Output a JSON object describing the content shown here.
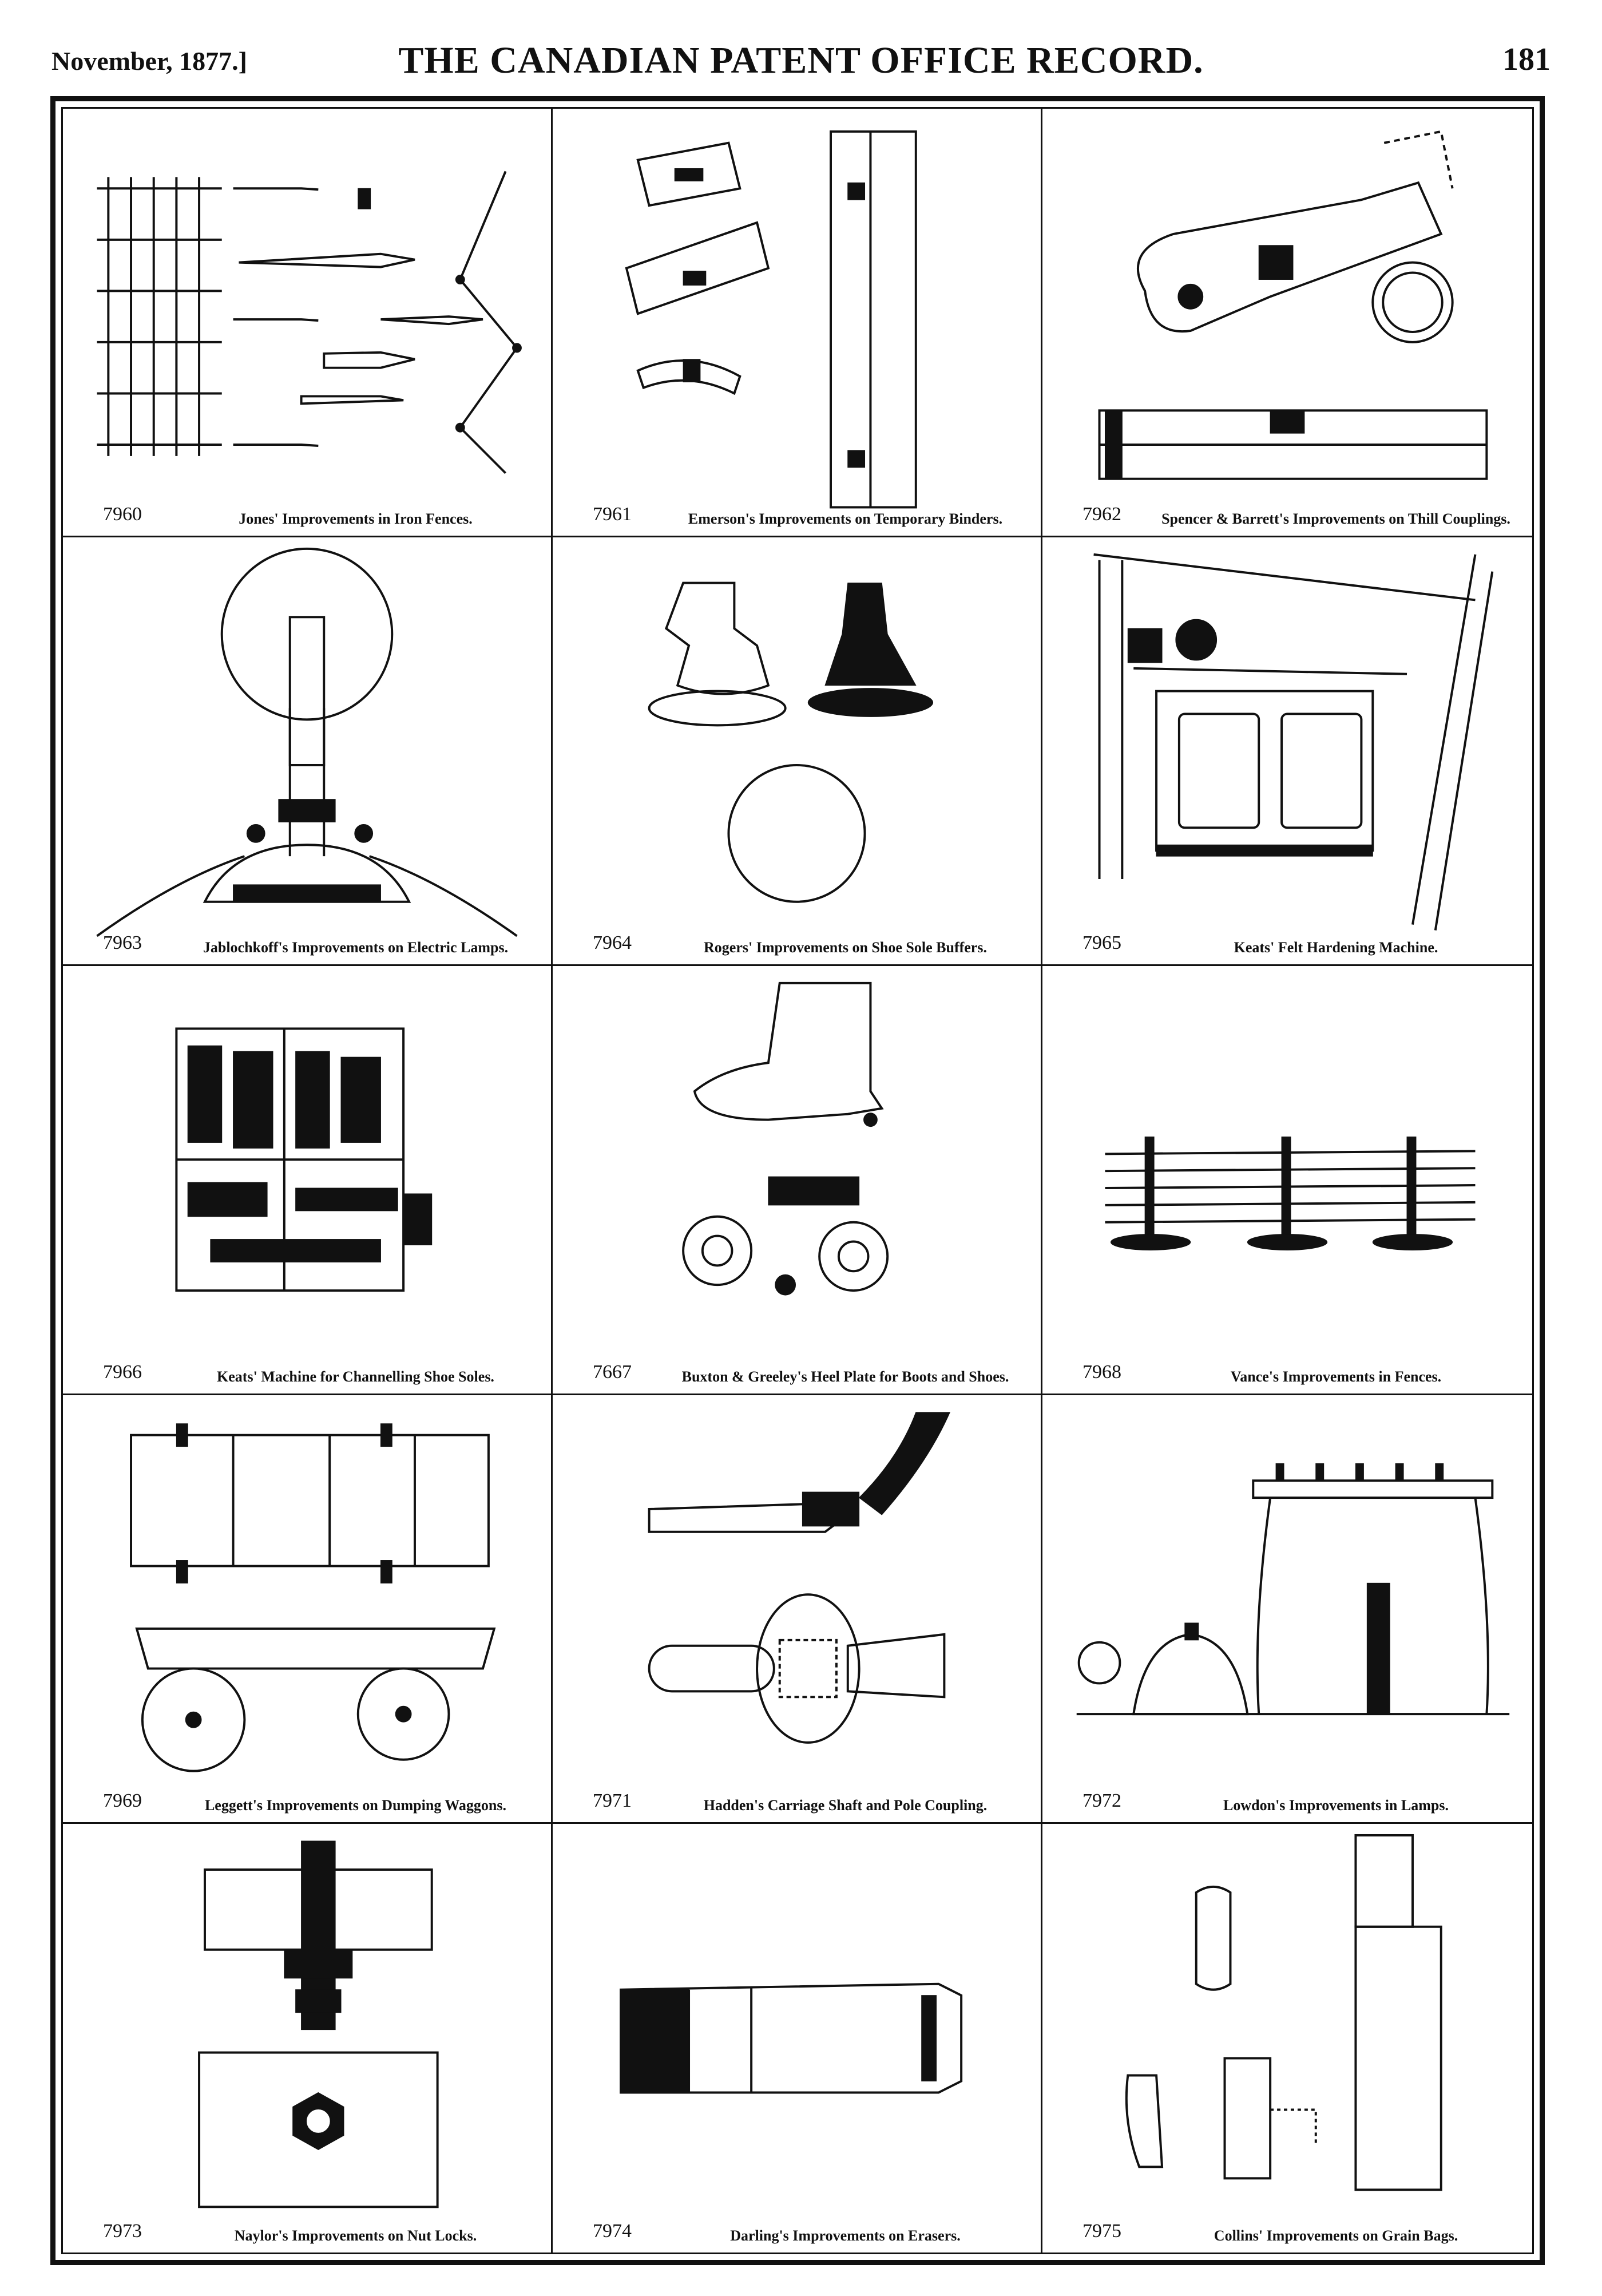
{
  "header": {
    "date": "November, 1877.]",
    "title": "THE CANADIAN PATENT OFFICE RECORD.",
    "page": "181"
  },
  "patents": [
    {
      "number": "7960",
      "title": "Jones' Improvements in Iron Fences."
    },
    {
      "number": "7961",
      "title": "Emerson's Improvements on Temporary Binders."
    },
    {
      "number": "7962",
      "title": "Spencer & Barrett's Improvements on Thill Couplings."
    },
    {
      "number": "7963",
      "title": "Jablochkoff's Improvements on Electric Lamps."
    },
    {
      "number": "7964",
      "title": "Rogers' Improvements on Shoe Sole Buffers."
    },
    {
      "number": "7965",
      "title": "Keats' Felt Hardening Machine."
    },
    {
      "number": "7966",
      "title": "Keats' Machine for Channelling Shoe Soles."
    },
    {
      "number": "7667",
      "title": "Buxton & Greeley's Heel Plate for Boots and Shoes."
    },
    {
      "number": "7968",
      "title": "Vance's Improvements in Fences."
    },
    {
      "number": "7969",
      "title": "Leggett's Improvements on Dumping Waggons."
    },
    {
      "number": "7971",
      "title": "Hadden's Carriage Shaft and Pole Coupling."
    },
    {
      "number": "7972",
      "title": "Lowdon's Improvements in Lamps."
    },
    {
      "number": "7973",
      "title": "Naylor's Improvements on Nut Locks."
    },
    {
      "number": "7974",
      "title": "Darling's Improvements on Erasers."
    },
    {
      "number": "7975",
      "title": "Collins' Improvements on Grain Bags."
    }
  ]
}
